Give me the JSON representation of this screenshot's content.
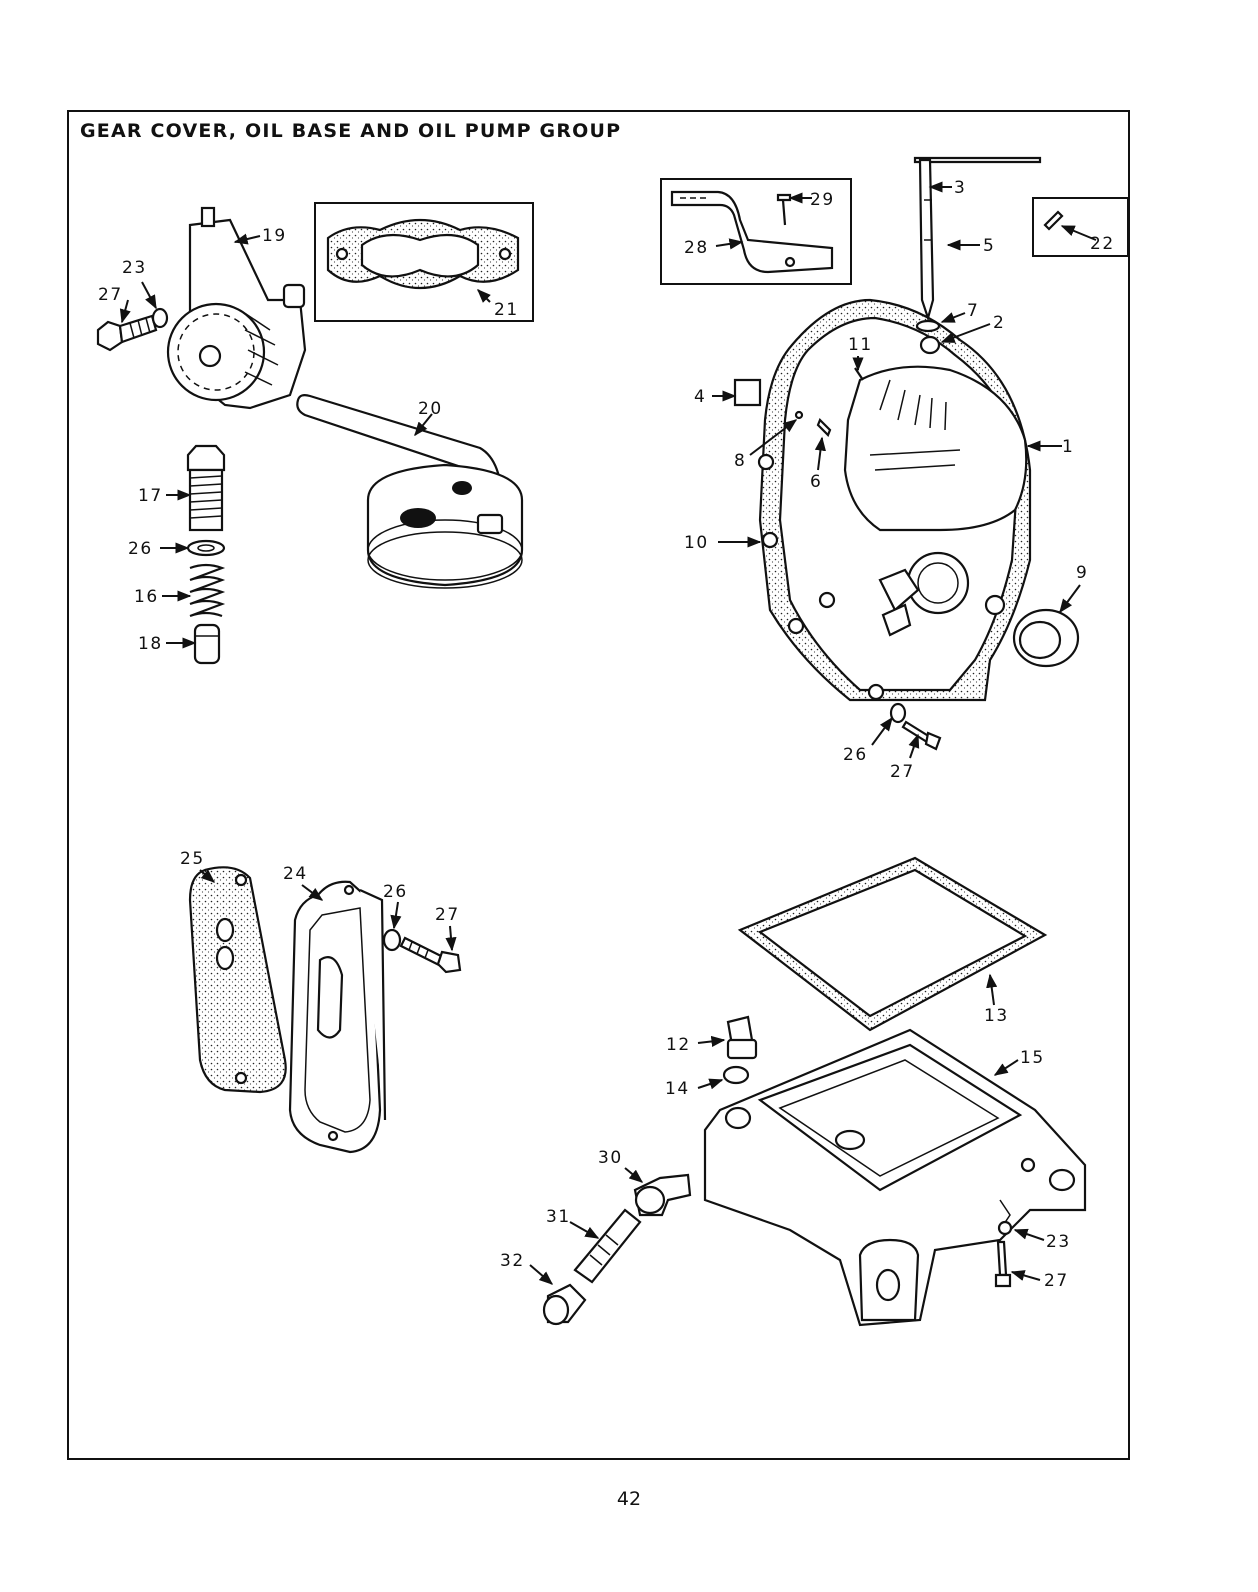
{
  "title": "GEAR COVER, OIL BASE AND OIL PUMP GROUP",
  "page_number": "42",
  "callouts": [
    {
      "id": "c1",
      "text": "1"
    },
    {
      "id": "c2",
      "text": "2"
    },
    {
      "id": "c3",
      "text": "3"
    },
    {
      "id": "c4",
      "text": "4"
    },
    {
      "id": "c5",
      "text": "5"
    },
    {
      "id": "c6",
      "text": "6"
    },
    {
      "id": "c7",
      "text": "7"
    },
    {
      "id": "c8",
      "text": "8"
    },
    {
      "id": "c9",
      "text": "9"
    },
    {
      "id": "c10",
      "text": "10"
    },
    {
      "id": "c11",
      "text": "11"
    },
    {
      "id": "c12",
      "text": "12"
    },
    {
      "id": "c13",
      "text": "13"
    },
    {
      "id": "c14",
      "text": "14"
    },
    {
      "id": "c15",
      "text": "15"
    },
    {
      "id": "c16",
      "text": "16"
    },
    {
      "id": "c17",
      "text": "17"
    },
    {
      "id": "c18",
      "text": "18"
    },
    {
      "id": "c19",
      "text": "19"
    },
    {
      "id": "c20",
      "text": "20"
    },
    {
      "id": "c21",
      "text": "21"
    },
    {
      "id": "c22",
      "text": "22"
    },
    {
      "id": "c23a",
      "text": "23"
    },
    {
      "id": "c23b",
      "text": "23"
    },
    {
      "id": "c24",
      "text": "24"
    },
    {
      "id": "c25",
      "text": "25"
    },
    {
      "id": "c26a",
      "text": "26"
    },
    {
      "id": "c26b",
      "text": "26"
    },
    {
      "id": "c26c",
      "text": "26"
    },
    {
      "id": "c27a",
      "text": "27"
    },
    {
      "id": "c27b",
      "text": "27"
    },
    {
      "id": "c27c",
      "text": "27"
    },
    {
      "id": "c27d",
      "text": "27"
    },
    {
      "id": "c28",
      "text": "28"
    },
    {
      "id": "c29",
      "text": "29"
    },
    {
      "id": "c30",
      "text": "30"
    },
    {
      "id": "c31",
      "text": "31"
    },
    {
      "id": "c32",
      "text": "32"
    }
  ],
  "colors": {
    "ink": "#111111",
    "paper": "#ffffff"
  }
}
